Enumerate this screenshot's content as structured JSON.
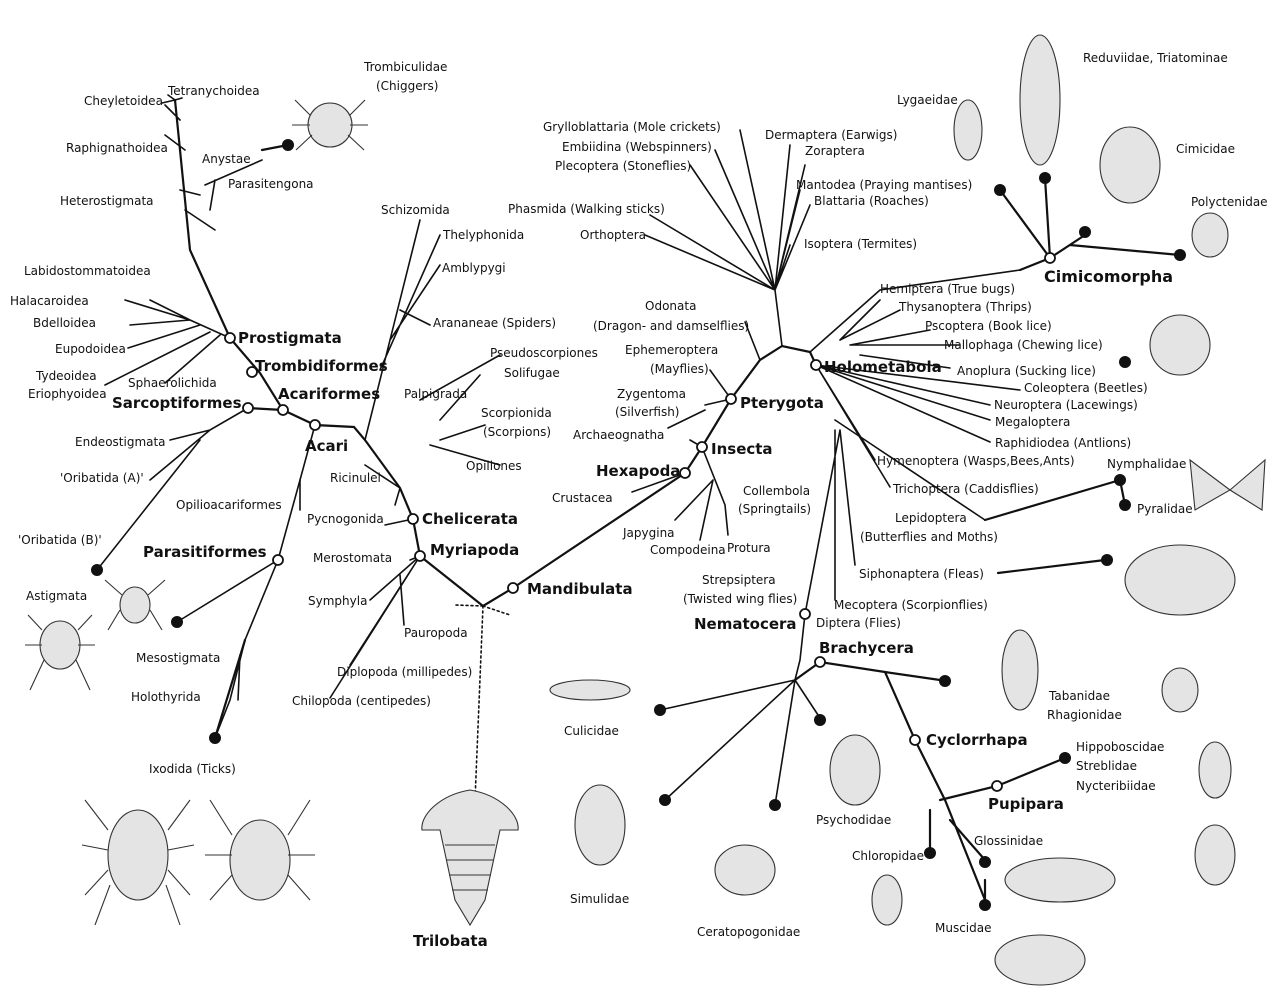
{
  "clades": {
    "prostigmata": "Prostigmata",
    "trombidiformes": "Trombidiformes",
    "acariformes": "Acariformes",
    "sarcoptiformes": "Sarcoptiformes",
    "acari": "Acari",
    "parasitiformes": "Parasitiformes",
    "chelicerata": "Chelicerata",
    "myriapoda": "Myriapoda",
    "mandibulata": "Mandibulata",
    "hexapoda": "Hexapoda",
    "insecta": "Insecta",
    "pterygota": "Pterygota",
    "holometabola": "Holometabola",
    "cimicomorpha": "Cimicomorpha",
    "nematocera": "Nematocera",
    "brachycera": "Brachycera",
    "cyclorrhapa": "Cyclorrhapa",
    "pupipara": "Pupipara",
    "trilobata": "Trilobata"
  },
  "taxa": {
    "trombiculidae": "Trombiculidae",
    "chiggers": "(Chiggers)",
    "cheyletoidea": "Cheyletoidea",
    "tetranychoidea": "Tetranychoidea",
    "raphignathoidea": "Raphignathoidea",
    "anystae": "Anystae",
    "parasitengona": "Parasitengona",
    "heterostigmata": "Heterostigmata",
    "labidostommatoidea": "Labidostommatoidea",
    "halacaroidea": "Halacaroidea",
    "bdelloidea": "Bdelloidea",
    "eupodoidea": "Eupodoidea",
    "tydeoidea": "Tydeoidea",
    "eriophyoidea": "Eriophyoidea",
    "sphaerolichida": "Sphaerolichida",
    "endeostigmata": "Endeostigmata",
    "oribatida_a": "'Oribatida (A)'",
    "oribatida_b": "'Oribatida (B)'",
    "astigmata": "Astigmata",
    "opilioacariformes": "Opilioacariformes",
    "mesostigmata": "Mesostigmata",
    "holothyrida": "Holothyrida",
    "ixodida": "Ixodida (Ticks)",
    "schizomida": "Schizomida",
    "thelyphonida": "Thelyphonida",
    "amblypygi": "Amblypygi",
    "arananeae": "Arananeae (Spiders)",
    "pseudoscorpiones": "Pseudoscorpiones",
    "solifugae": "Solifugae",
    "palpigrada": "Palpigrada",
    "scorpionida": "Scorpionida",
    "scorpions": "(Scorpions)",
    "opiliones": "Opiliones",
    "ricinulei": "Ricinulei",
    "pycnogonida": "Pycnogonida",
    "merostomata": "Merostomata",
    "symphyla": "Symphyla",
    "pauropoda": "Pauropoda",
    "diplopoda": "Diplopoda (millipedes)",
    "chilopoda": "Chilopoda (centipedes)",
    "grylloblattaria": "Grylloblattaria (Mole crickets)",
    "embiidina": "Embiidina (Webspinners)",
    "plecoptera": "Plecoptera (Stoneflies)",
    "dermaptera": "Dermaptera (Earwigs)",
    "zoraptera": "Zoraptera",
    "mantodea": "Mantodea (Praying mantises)",
    "blattaria": "Blattaria (Roaches)",
    "phasmida": "Phasmida (Walking sticks)",
    "orthoptera": "Orthoptera",
    "isoptera": "Isoptera (Termites)",
    "odonata": "Odonata",
    "odonata_sub": "(Dragon- and damselflies)",
    "ephemeroptera": "Ephemeroptera",
    "mayflies": "(Mayflies)",
    "zygentoma": "Zygentoma",
    "silverfish": "(Silverfish)",
    "archaeognatha": "Archaeognatha",
    "crustacea": "Crustacea",
    "collembola": "Collembola",
    "springtails": "(Springtails)",
    "japygina": "Japygina",
    "compodeina": "Compodeina",
    "protura": "Protura",
    "lygaeidae": "Lygaeidae",
    "reduviidae": "Reduviidae, Triatominae",
    "cimicidae": "Cimicidae",
    "polyctenidae": "Polyctenidae",
    "hemiptera": "Hemiptera (True bugs)",
    "thysanoptera": "Thysanoptera (Thrips)",
    "pscoptera": "Pscoptera (Book lice)",
    "mallophaga": "Mallophaga (Chewing lice)",
    "anoplura": "Anoplura (Sucking lice)",
    "coleoptera": "Coleoptera (Beetles)",
    "neuroptera": "Neuroptera (Lacewings)",
    "megaloptera": "Megaloptera",
    "raphidiodea": "Raphidiodea (Antlions)",
    "hymenoptera": "Hymenoptera (Wasps,Bees,Ants)",
    "trichoptera": "Trichoptera (Caddisflies)",
    "lepidoptera": "Lepidoptera",
    "lepidoptera_sub": "(Butterflies and Moths)",
    "nymphalidae": "Nymphalidae",
    "pyralidae": "Pyralidae",
    "siphonaptera": "Siphonaptera (Fleas)",
    "strepsiptera": "Strepsiptera",
    "strepsiptera_sub": "(Twisted wing flies)",
    "mecoptera": "Mecoptera (Scorpionflies)",
    "diptera": "Diptera (Flies)",
    "tabanidae": "Tabanidae",
    "rhagionidae": "Rhagionidae",
    "hippoboscidae": "Hippoboscidae",
    "streblidae": "Streblidae",
    "nycteribiidae": "Nycteribiidae",
    "culicidae": "Culicidae",
    "simulidae": "Simulidae",
    "psychodidae": "Psychodidae",
    "ceratopogonidae": "Ceratopogonidae",
    "chloropidae": "Chloropidae",
    "glossinidae": "Glossinidae",
    "muscidae": "Muscidae"
  },
  "colors": {
    "ink": "#111111",
    "background": "#ffffff"
  }
}
